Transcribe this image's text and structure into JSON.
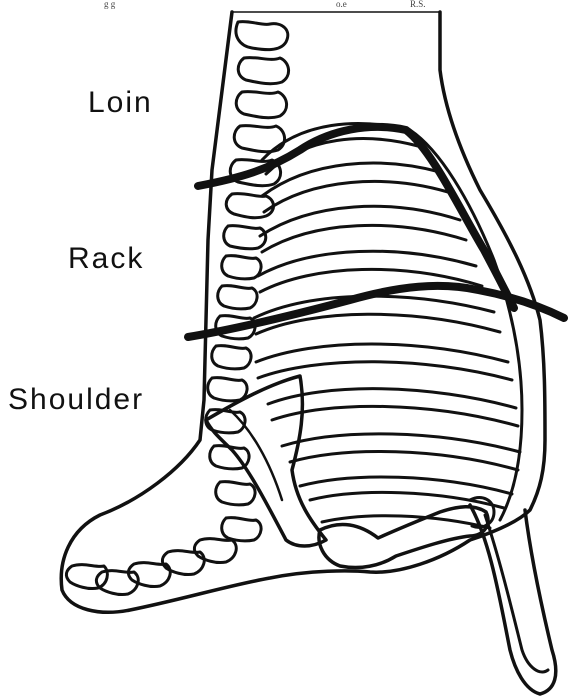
{
  "labels": {
    "loin": "Loin",
    "rack": "Rack",
    "shoulder": "Shoulder"
  },
  "header_fragments": {
    "left": "g   g",
    "middle": "o.e",
    "right": "R.S."
  },
  "colors": {
    "ink": "#111111",
    "paper": "#ffffff"
  }
}
